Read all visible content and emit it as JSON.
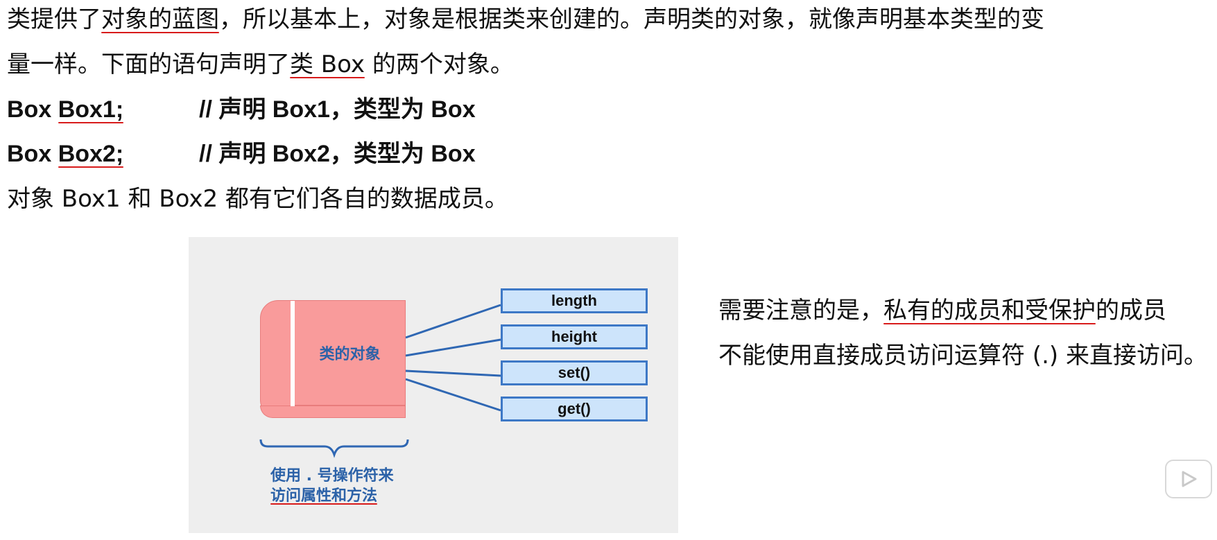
{
  "paragraph": {
    "line1": {
      "prefix": "类提供了",
      "highlight": "对象的蓝图",
      "suffix": "，所以基本上，对象是根据类来创建的。声明类的对象，就像声明基本类型的变"
    },
    "line2": {
      "prefix": "量一样。下面的语句声明了",
      "highlight": "类 Box",
      "suffix": " 的两个对象。"
    }
  },
  "code_lines": [
    {
      "type": "Box ",
      "name": "Box1;",
      "comment": "// 声明 Box1，类型为 Box"
    },
    {
      "type": "Box ",
      "name": "Box2;",
      "comment": "// 声明 Box2，类型为 Box"
    }
  ],
  "summary": "对象 Box1 和 Box2 都有它们各自的数据成员。",
  "figure": {
    "object_label": "类的对象",
    "members": [
      "length",
      "height",
      "set()",
      "get()"
    ],
    "note_line1": "使用 . 号操作符来",
    "note_line2": "访问属性和方法"
  },
  "side_note": {
    "line1_prefix": "需要注意的是，",
    "line1_highlight": "私有的成员和受保护",
    "line1_suffix": "的成员",
    "line2": "不能使用直接成员访问运算符 (.) 来直接访问。"
  },
  "icons": {
    "play_button": "play-icon"
  },
  "colors": {
    "underline": "#d81b1b",
    "object_fill": "#f99b9b",
    "member_fill": "#cde4fb",
    "member_border": "#3d78c6",
    "figure_text": "#2c62a8"
  }
}
